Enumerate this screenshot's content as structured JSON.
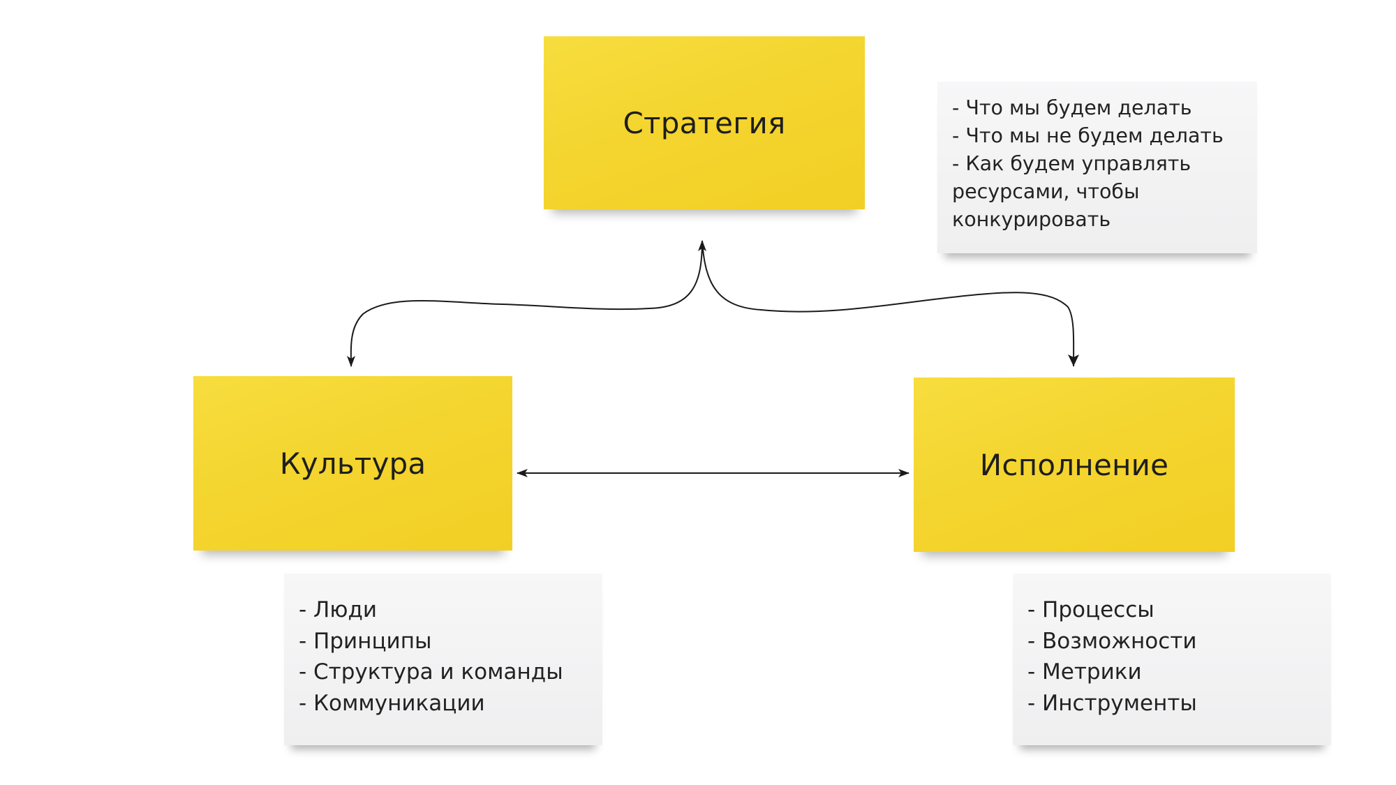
{
  "nodes": {
    "strategy": {
      "label": "Стратегия"
    },
    "culture": {
      "label": "Культура"
    },
    "execution": {
      "label": "Исполнение"
    }
  },
  "notes": {
    "strategy": {
      "lines": [
        "- Что мы будем делать",
        "- Что мы не будем делать",
        "- Как будем управлять",
        "ресурсами, чтобы",
        "конкурировать"
      ]
    },
    "culture": {
      "lines": [
        "- Люди",
        "- Принципы",
        "- Структура и команды",
        "- Коммуникации"
      ]
    },
    "execution": {
      "lines": [
        "- Процессы",
        "- Возможности",
        "- Метрики",
        "- Инструменты"
      ]
    }
  },
  "colors": {
    "sticky_yellow": "#f4d52f",
    "note_gray": "#f2f2f3",
    "arrow": "#1a1a1a"
  }
}
